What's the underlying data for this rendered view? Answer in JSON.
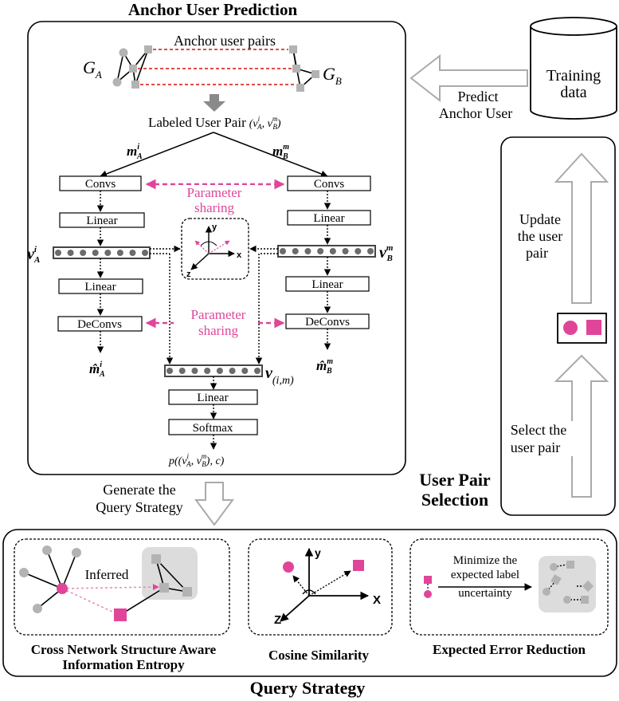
{
  "titles": {
    "anchor_prediction": "Anchor User Prediction",
    "user_pair_selection_line1": "User Pair",
    "user_pair_selection_line2": "Selection",
    "query_strategy": "Query Strategy"
  },
  "training": {
    "label_line1": "Training",
    "label_line2": "data",
    "predict_line1": "Predict",
    "predict_line2": "Anchor User"
  },
  "graph": {
    "anchor_pairs": "Anchor user pairs",
    "ga": "G",
    "ga_sub": "A",
    "gb": "G",
    "gb_sub": "B",
    "labeled_pair": "Labeled User Pair",
    "labeled_pair_math": "(vⁱₐ, vᵐᵦ)"
  },
  "network": {
    "m_a": "m",
    "m_a_sup": "i",
    "m_a_sub": "A",
    "m_b": "m",
    "m_b_sup": "m",
    "m_b_sub": "B",
    "convs": "Convs",
    "linear": "Linear",
    "deconvs": "DeConvs",
    "softmax": "Softmax",
    "param_sharing_line1": "Parameter",
    "param_sharing_line2": "sharing",
    "v_a": "v",
    "v_a_sup": "i",
    "v_a_sub": "A",
    "v_b": "v",
    "v_b_sup": "m",
    "v_b_sub": "B",
    "mhat_a": "m̂",
    "mhat_a_sup": "i",
    "mhat_a_sub": "A",
    "mhat_b": "m̂",
    "mhat_b_sup": "m",
    "mhat_b_sub": "B",
    "v_im": "v",
    "v_im_sub": "(i,m)",
    "prob": "p((v",
    "prob_sup1": "i",
    "prob_sub1": "A",
    "prob_mid": ", v",
    "prob_sup2": "m",
    "prob_sub2": "B",
    "prob_end": "), c)",
    "axis_x": "x",
    "axis_y": "y",
    "axis_z": "z"
  },
  "selection": {
    "update_line1": "Update",
    "update_line2": "the user",
    "update_line3": "pair",
    "select_line1": "Select the",
    "select_line2": "user pair"
  },
  "generate": {
    "line1": "Generate the",
    "line2": "Query Strategy"
  },
  "query": {
    "inferred": "Inferred",
    "entropy_line1": "Cross Network Structure Aware",
    "entropy_line2": "Information Entropy",
    "cosine": "Cosine Similarity",
    "axis_x": "X",
    "axis_y": "y",
    "axis_z": "Z",
    "minimize_line1": "Minimize the",
    "minimize_line2": "expected label",
    "minimize_line3": "uncertainty",
    "error_reduction": "Expected Error Reduction"
  },
  "colors": {
    "pink": "#e0459a",
    "grey_node": "#b3b3b3",
    "dark_grey": "#6b6b6b",
    "red_dash": "#d9332b"
  }
}
